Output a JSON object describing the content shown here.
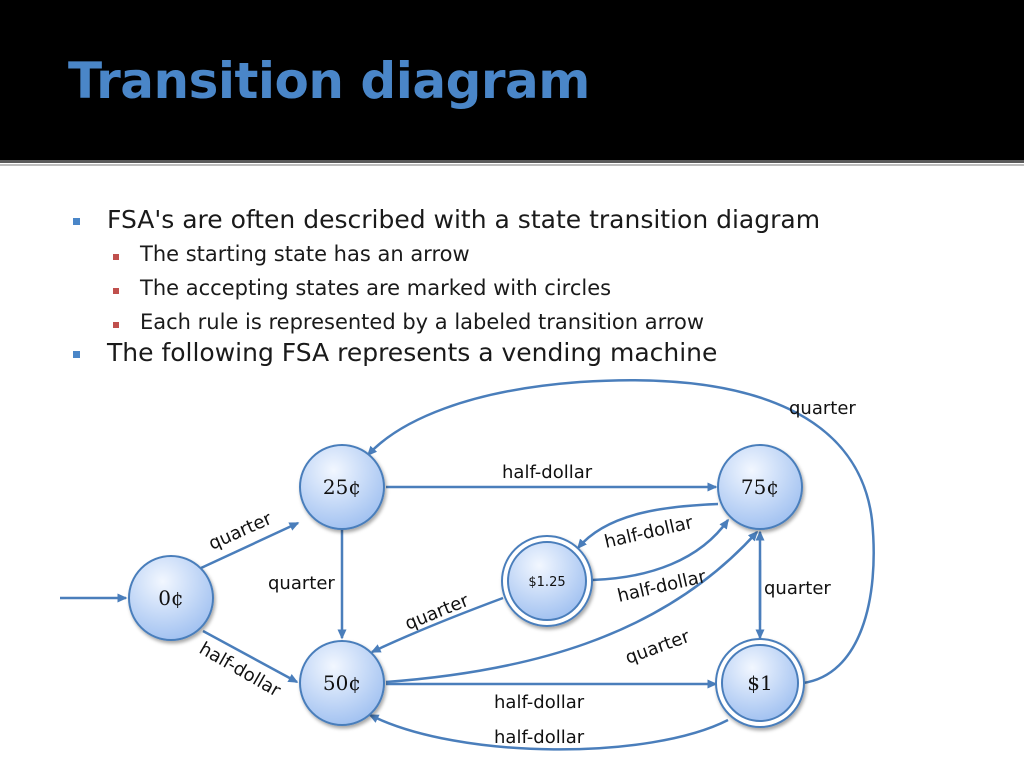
{
  "title": "Transition diagram",
  "bullets": [
    {
      "text": "FSA's are often described with a state transition diagram"
    },
    {
      "text": "The starting state has an arrow"
    },
    {
      "text": "The accepting states are marked with circles"
    },
    {
      "text": "Each rule is represented by a labeled transition arrow"
    },
    {
      "text": "The following FSA represents a vending machine"
    }
  ],
  "states": {
    "s0": "0¢",
    "s25": "25¢",
    "s50": "50¢",
    "s75": "75¢",
    "s100": "$1",
    "s125": "$1.25"
  },
  "edges": {
    "e0_25": "quarter",
    "e0_50": "half-dollar",
    "e25_50": "quarter",
    "e25_75": "half-dollar",
    "e75_125": "half-dollar",
    "e125_75": "half-dollar",
    "e125_50": "quarter",
    "e50_75": "quarter",
    "e75_100": "quarter",
    "e50_100": "half-dollar",
    "e100_50": "half-dollar",
    "e100_25": "quarter"
  },
  "colors": {
    "title": "#4a86c8",
    "edge": "#4a7ebb",
    "node_fill_top": "#eef4ff",
    "node_fill_bottom": "#a9c6f2",
    "node_stroke": "#4a7ebb",
    "bullet_l1": "#4a86c8",
    "bullet_l2": "#c0504d"
  }
}
